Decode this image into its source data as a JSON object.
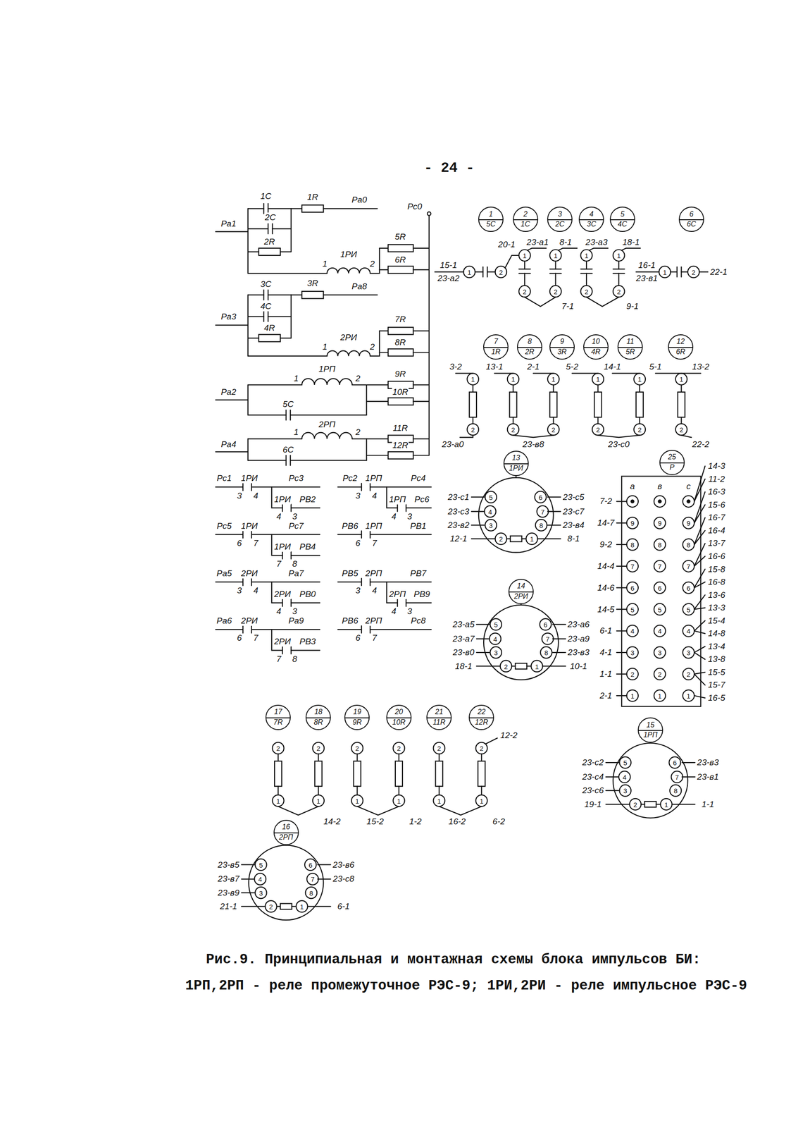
{
  "diagram": {
    "caption": "Рис.9. Принципиальная и монтажная схемы блока импульсов БИ: 1РП,2РП - реле промежуточное РЭС-9; 1РИ,2РИ - реле импульсное РЭС-9",
    "nodes": [
      {
        "text": [
          "1",
          "5С"
        ]
      },
      {
        "text": [
          "2",
          "1С"
        ]
      },
      {
        "text": [
          "3",
          "2С"
        ]
      },
      {
        "text": [
          "4",
          "3С"
        ]
      },
      {
        "text": [
          "5",
          "4С"
        ]
      },
      {
        "text": [
          "6",
          "6С"
        ]
      },
      {
        "text": [
          "7",
          "1R"
        ]
      },
      {
        "text": [
          "8",
          "2R"
        ]
      },
      {
        "text": [
          "9",
          "3R"
        ]
      },
      {
        "text": [
          "10",
          "4R"
        ]
      },
      {
        "text": [
          "11",
          "5R"
        ]
      },
      {
        "text": [
          "12",
          "6R"
        ]
      },
      {
        "text": [
          "13",
          "1РИ"
        ]
      },
      {
        "text": [
          "25",
          "Р"
        ]
      },
      {
        "text": [
          "14",
          "2РИ"
        ]
      },
      {
        "text": [
          "17",
          "7R"
        ]
      },
      {
        "text": [
          "18",
          "8R"
        ]
      },
      {
        "text": [
          "19",
          "9R"
        ]
      },
      {
        "text": [
          "20",
          "10R"
        ]
      },
      {
        "text": [
          "21",
          "11R"
        ]
      },
      {
        "text": [
          "22",
          "12R"
        ]
      },
      {
        "text": [
          "15",
          "1РП"
        ]
      },
      {
        "text": [
          "16",
          "2РП"
        ]
      }
    ],
    "labels": [
      "- 24 -",
      "Ра1",
      "1С",
      "2С",
      "2R",
      "1R",
      "Ра0",
      "Рс0",
      "1РИ",
      "1",
      "2",
      "5R",
      "6R",
      "Ра3",
      "3С",
      "4С",
      "4R",
      "3R",
      "Ра8",
      "2РИ",
      "1",
      "2",
      "7R",
      "8R",
      "Ра2",
      "1РП",
      "1",
      "2",
      "5С",
      "9R",
      "10R",
      "Ра4",
      "2РП",
      "1",
      "2",
      "6С",
      "11R",
      "12R",
      "Рс1",
      "1РИ",
      "Рс3",
      "3",
      "4",
      "1РИ",
      "РВ2",
      "4",
      "3",
      "Рс2",
      "1РП",
      "Рс4",
      "3",
      "4",
      "1РП",
      "Рс6",
      "4",
      "3",
      "Рс5",
      "1РИ",
      "Рс7",
      "6",
      "7",
      "1РИ",
      "РВ4",
      "7",
      "8",
      "РВ6",
      "1РП",
      "РВ1",
      "6",
      "7",
      "Ра5",
      "2РИ",
      "Ра7",
      "3",
      "4",
      "2РИ",
      "РВ0",
      "4",
      "3",
      "РВ5",
      "2РП",
      "РВ7",
      "3",
      "4",
      "2РП",
      "РВ9",
      "4",
      "3",
      "Ра6",
      "2РИ",
      "Ра9",
      "6",
      "7",
      "2РИ",
      "РВ3",
      "7",
      "8",
      "РВ6",
      "2РП",
      "Рс8",
      "6",
      "7",
      "23-а1",
      "8-1",
      "23-а3",
      "18-1",
      "20-1",
      "15-1",
      "23-а2",
      "16-1",
      "23-в1",
      "22-1",
      "7-1",
      "9-1",
      "1",
      "2",
      "1",
      "2",
      "1",
      "2",
      "1",
      "2",
      "1",
      "2",
      "1",
      "2",
      "3-2",
      "13-1",
      "2-1",
      "5-2",
      "14-1",
      "5-1",
      "13-2",
      "23-а0",
      "23-в8",
      "23-с0",
      "22-2",
      "1",
      "2",
      "1",
      "2",
      "1",
      "2",
      "1",
      "2",
      "1",
      "2",
      "1",
      "2",
      "23-с1",
      "23-с3",
      "23-в2",
      "12-1",
      "23-с5",
      "23-с7",
      "23-в4",
      "8-1",
      "5",
      "4",
      "3",
      "2",
      "1",
      "6",
      "7",
      "8",
      "23-а5",
      "23-а7",
      "23-в0",
      "18-1",
      "23-а6",
      "23-а9",
      "23-в3",
      "10-1",
      "5",
      "4",
      "3",
      "2",
      "1",
      "6",
      "7",
      "8",
      "23-с2",
      "23-с4",
      "23-с6",
      "19-1",
      "23-в3",
      "23-в1",
      "1-1",
      "5",
      "4",
      "3",
      "2",
      "1",
      "6",
      "7",
      "8",
      "23-в5",
      "23-в7",
      "23-в9",
      "21-1",
      "23-в6",
      "23-с8",
      "6-1",
      "5",
      "4",
      "3",
      "2",
      "1",
      "6",
      "7",
      "8",
      "а",
      "в",
      "с",
      "9",
      "9",
      "9",
      "8",
      "8",
      "8",
      "7",
      "7",
      "7",
      "6",
      "6",
      "6",
      "5",
      "5",
      "5",
      "4",
      "4",
      "4",
      "3",
      "3",
      "3",
      "2",
      "2",
      "2",
      "1",
      "1",
      "1",
      "7-2",
      "14-7",
      "9-2",
      "14-4",
      "14-6",
      "14-5",
      "6-1",
      "4-1",
      "1-1",
      "2-1",
      "14-3",
      "11-2",
      "16-3",
      "15-6",
      "16-7",
      "16-4",
      "13-7",
      "16-6",
      "15-8",
      "16-8",
      "13-6",
      "13-3",
      "15-4",
      "14-8",
      "13-4",
      "13-8",
      "15-5",
      "15-7",
      "16-5",
      "12-2",
      "14-2",
      "15-2",
      "1-2",
      "16-2",
      "6-2",
      "2",
      "1",
      "2",
      "1",
      "2",
      "1",
      "2",
      "1",
      "2",
      "1",
      "2",
      "1"
    ]
  }
}
